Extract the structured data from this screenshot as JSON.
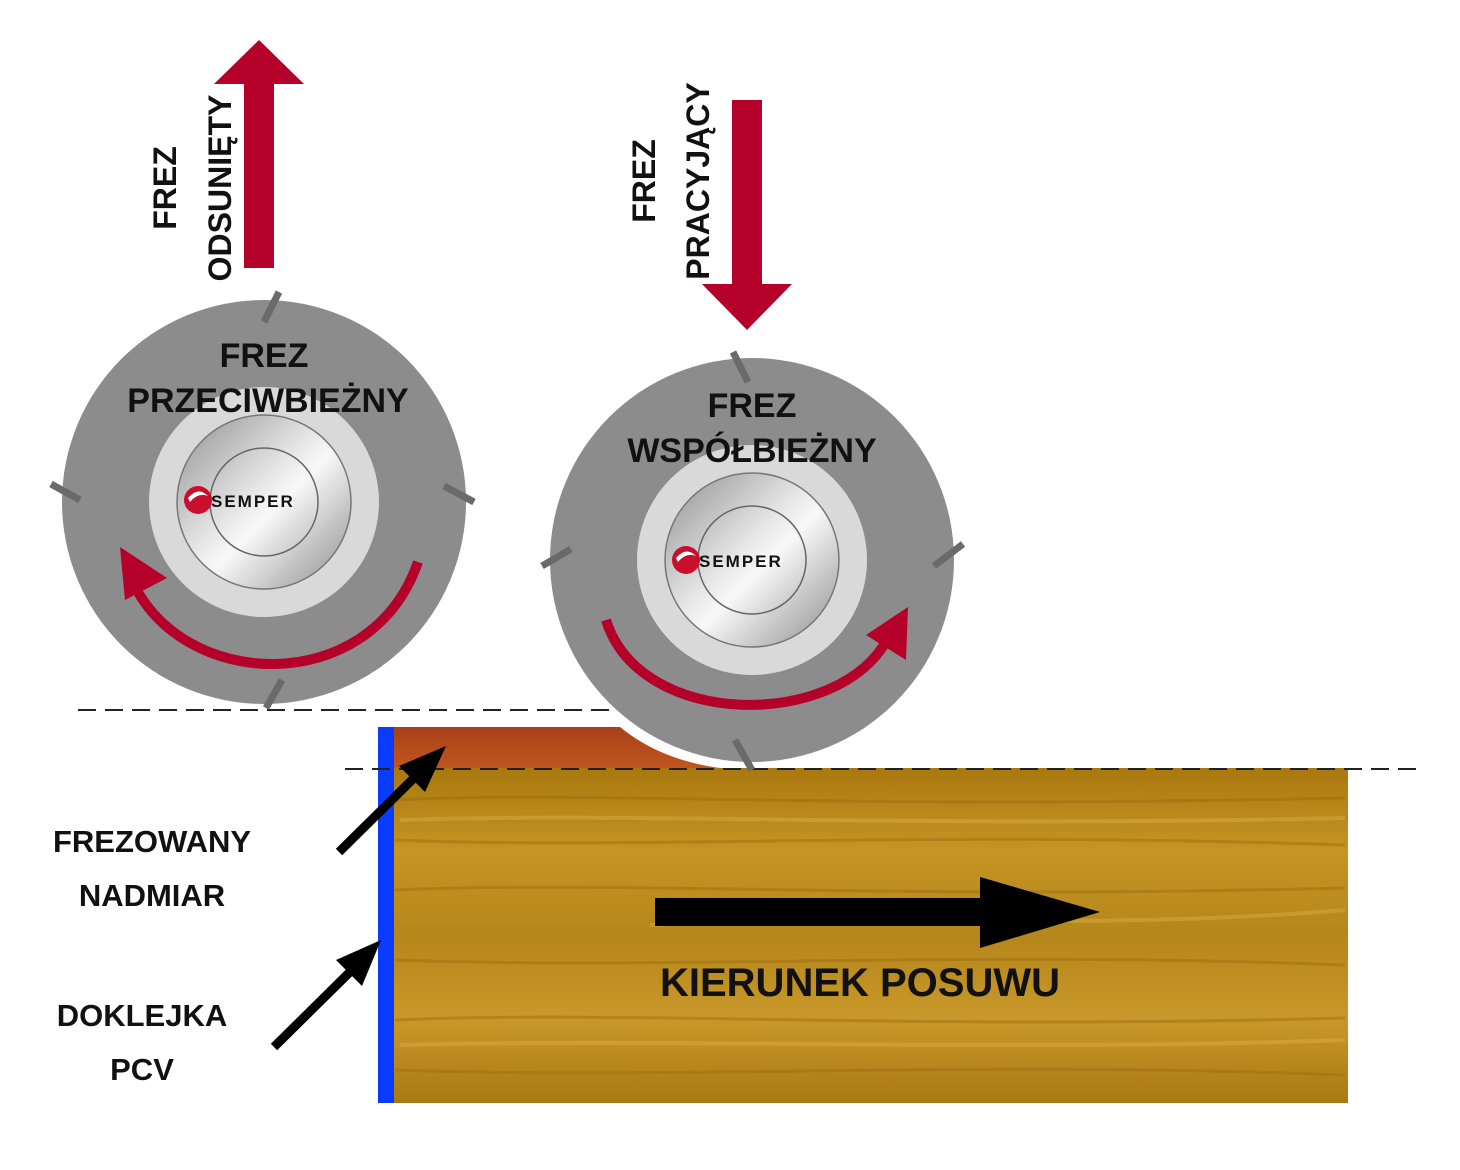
{
  "labels": {
    "left_vertical_line1": "FREZ",
    "left_vertical_line2": "ODSUNIĘTY",
    "right_vertical_line1": "FREZ",
    "right_vertical_line2": "PRACYJĄCY",
    "left_cutter_line1": "FREZ",
    "left_cutter_line2": "PRZECIWBIEŻNY",
    "right_cutter_line1": "FREZ",
    "right_cutter_line2": "WSPÓŁBIEŻNY",
    "excess_line1": "FREZOWANY",
    "excess_line2": "NADMIAR",
    "edge_line1": "DOKLEJKA",
    "edge_line2": "PCV",
    "feed_direction": "KIERUNEK POSUWU"
  },
  "logo": {
    "brand_left": "SEMPER",
    "brand_right": "SEMPER"
  },
  "colors": {
    "arrow_red": "#b5002a",
    "cutter_gray": "#8c8c8c",
    "hub_light": "#d8d8d8",
    "wood": "#b8860b",
    "excess": "#b5461c",
    "pcv_edge": "#0a3cff",
    "feed_arrow": "#000000"
  }
}
